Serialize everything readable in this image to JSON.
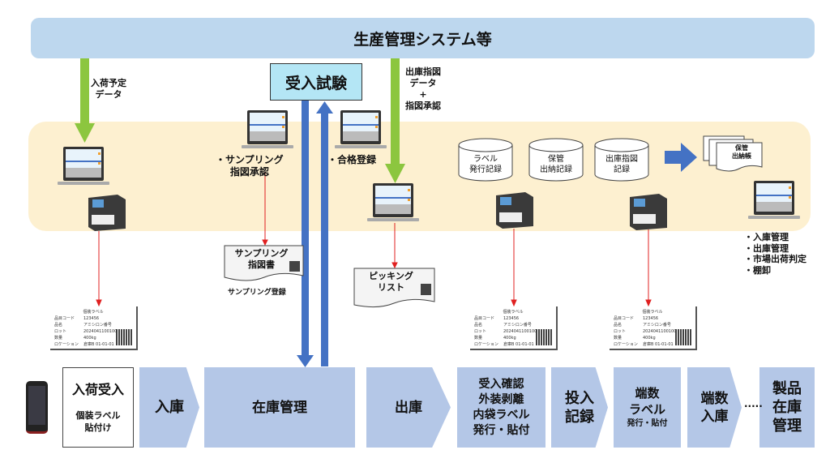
{
  "header": {
    "title": "生産管理システム等"
  },
  "acceptance_test": {
    "label": "受入試験"
  },
  "flows": {
    "inbound_data": "入荷予定\nデータ",
    "shipping_data": "出庫指図\nデータ\n+\n指図承認",
    "sampling_approval": "・サンプリング\n指図承認",
    "pass_registration": "・合格登録",
    "sampling_registration": "サンプリング登録"
  },
  "documents": {
    "sampling_order": "サンプリング\n指図書",
    "picking_list": "ピッキング\nリスト",
    "ledger": "保管\n出納帳"
  },
  "databases": [
    "ラベル\n発行記録",
    "保管\n出納記録",
    "出庫指図\n記録"
  ],
  "functions": [
    "・入庫管理",
    "・出庫管理",
    "・市場出荷判定",
    "・棚卸"
  ],
  "label_card": {
    "title": "個装ラベル",
    "rows": [
      [
        "品目コード",
        "123456"
      ],
      [
        "品名",
        "アミシロン番号"
      ],
      [
        "ロット",
        "2024041100100"
      ],
      [
        "数量",
        "400kg"
      ],
      [
        "ロケーション",
        "倉庫B 01-01-01"
      ]
    ]
  },
  "process": [
    {
      "label": "入荷受入",
      "sub": "個装ラベル\n貼付け"
    },
    {
      "label": "入庫"
    },
    {
      "label": "在庫管理"
    },
    {
      "label": "出庫"
    },
    {
      "label": "受入確認\n外装剥離\n内袋ラベル\n発行・貼付"
    },
    {
      "label": "投入\n記録"
    },
    {
      "label": "端数\nラベル",
      "sub": "発行・貼付"
    },
    {
      "label": "端数\n入庫"
    },
    {
      "label": "製品\n在庫\n管理"
    }
  ],
  "ellipsis": "·····",
  "colors": {
    "topbar": "#bdd7ee",
    "band": "#fdf0d0",
    "step": "#b4c7e7",
    "green_arrow": "#8cc63f",
    "blue_arrow": "#4472c4",
    "red_line": "#e02020",
    "test_box": "#b4e6f5"
  }
}
